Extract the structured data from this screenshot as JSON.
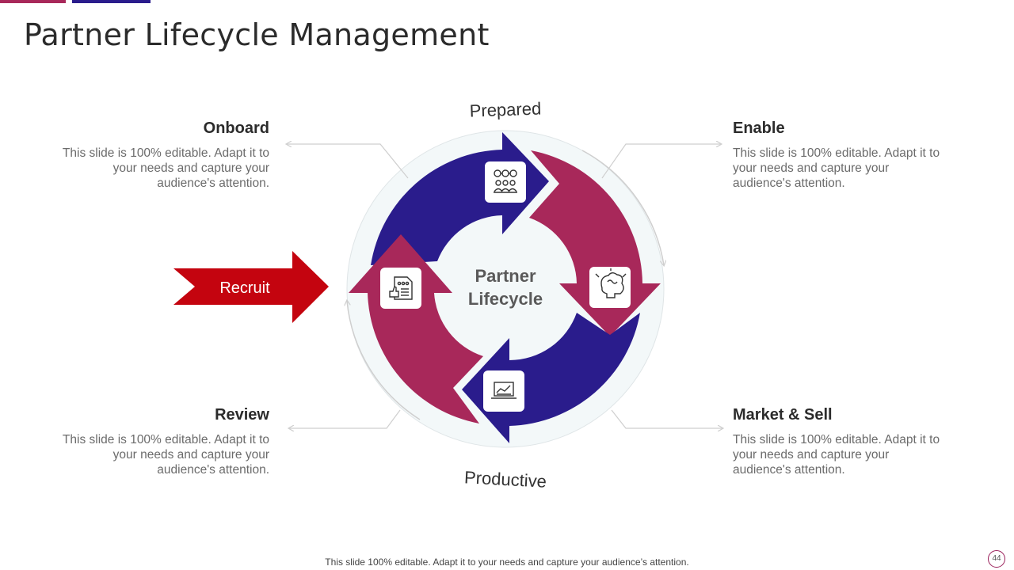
{
  "colors": {
    "magenta": "#a8285a",
    "navy": "#2a1c8c",
    "recruit_red": "#c4040f",
    "ring_bg": "#f3f8f9"
  },
  "title": "Partner Lifecycle Management",
  "center_label": {
    "line1": "Partner",
    "line2": "Lifecycle"
  },
  "stages": {
    "top": "Prepared",
    "bottom": "Productive"
  },
  "recruit": "Recruit",
  "blocks": {
    "onboard": {
      "title": "Onboard",
      "body": "This slide is 100% editable. Adapt it to your needs and capture your audience's attention."
    },
    "enable": {
      "title": "Enable",
      "body": "This slide is 100% editable. Adapt it to your needs and capture your audience's attention."
    },
    "review": {
      "title": "Review",
      "body": "This slide is 100% editable. Adapt it to your needs and capture your audience's attention."
    },
    "market": {
      "title": "Market & Sell",
      "body": "This slide is 100% editable. Adapt it to your needs and capture your audience's attention."
    }
  },
  "icons": [
    "team-network-icon",
    "brain-idea-icon",
    "laptop-chart-icon",
    "document-thumbs-up-icon"
  ],
  "footer": "This slide 100% editable. Adapt it to your needs and capture your audience’s attention.",
  "page_number": "44"
}
